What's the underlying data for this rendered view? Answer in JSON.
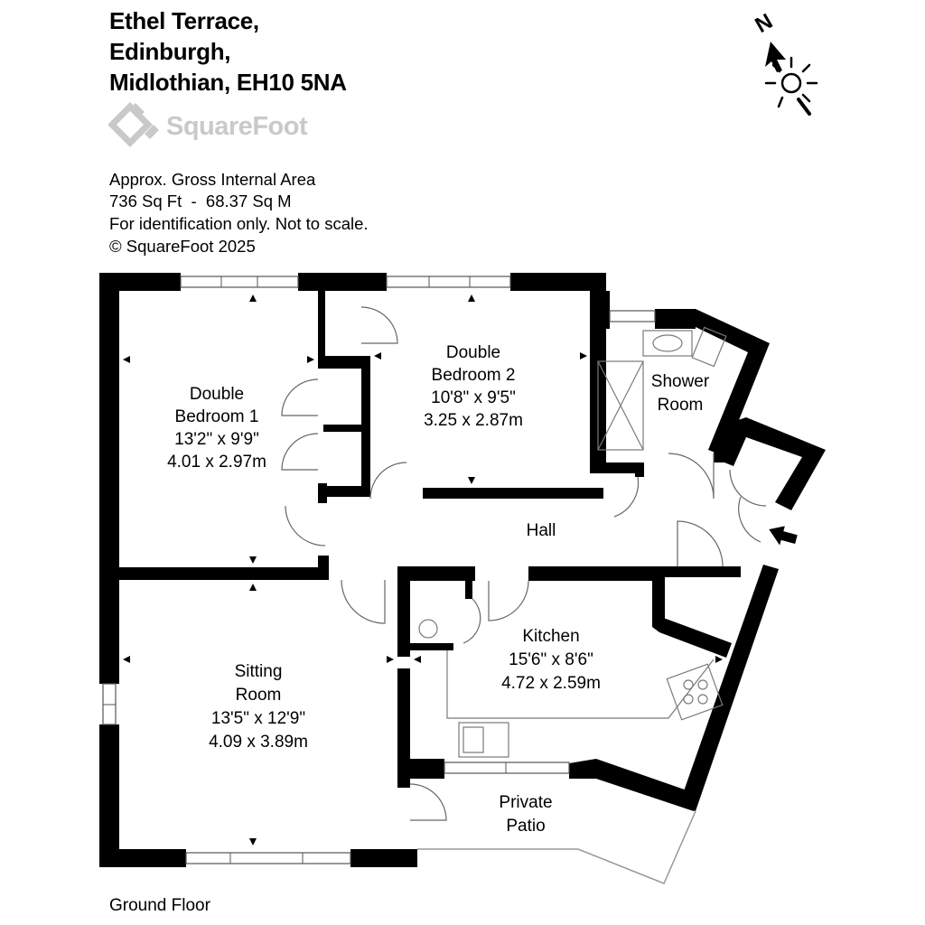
{
  "address": {
    "line1": "Ethel Terrace,",
    "line2": "Edinburgh,",
    "line3": "Midlothian, EH10 5NA"
  },
  "brand": {
    "name": "SquareFoot",
    "logo_color": "#c9c9c9"
  },
  "area_info": {
    "line1": "Approx. Gross Internal Area",
    "line2": "736 Sq Ft  -  68.37 Sq M",
    "line3": "For identification only. Not to scale.",
    "line4": "© SquareFoot 2025"
  },
  "compass": {
    "letter": "N",
    "icon": "compass-sun-icon"
  },
  "rooms": {
    "bedroom1": {
      "l1": "Double",
      "l2": "Bedroom 1",
      "imperial": "13'2\" x 9'9\"",
      "metric": "4.01 x 2.97m"
    },
    "bedroom2": {
      "l1": "Double",
      "l2": "Bedroom 2",
      "imperial": "10'8\" x 9'5\"",
      "metric": "3.25 x 2.87m"
    },
    "shower": {
      "l1": "Shower",
      "l2": "Room"
    },
    "hall": {
      "l1": "Hall"
    },
    "kitchen": {
      "l1": "Kitchen",
      "imperial": "15'6\" x 8'6\"",
      "metric": "4.72 x 2.59m"
    },
    "sitting": {
      "l1": "Sitting",
      "l2": "Room",
      "imperial": "13'5\" x 12'9\"",
      "metric": "4.09 x 3.89m"
    },
    "patio": {
      "l1": "Private",
      "l2": "Patio"
    }
  },
  "floor_label": "Ground Floor",
  "colors": {
    "wall": "#000000",
    "fixture": "#7a7a7a",
    "watermark": "#c9c9c9"
  }
}
